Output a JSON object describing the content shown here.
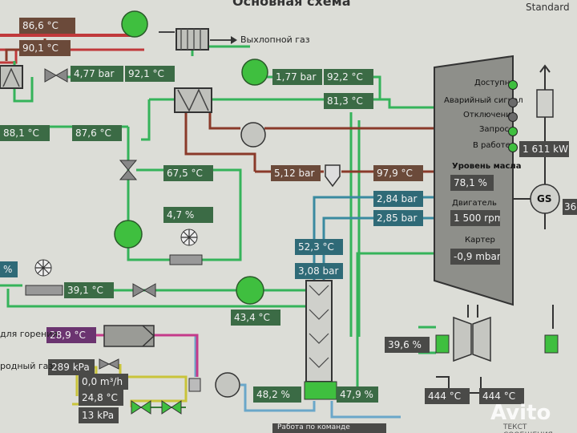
{
  "header": {
    "title": "Основная схема",
    "mode": "Standard"
  },
  "exhaust_label": "Выхлопной газ",
  "values": {
    "t_86_6": "86,6 °C",
    "t_90_1": "90,1 °C",
    "p_4_77": "4,77 bar",
    "t_92_1": "92,1 °C",
    "p_1_77": "1,77 bar",
    "t_92_2": "92,2 °C",
    "t_81_3": "81,3 °C",
    "t_88_1": "88,1 °C",
    "t_87_6": "87,6 °C",
    "p_5_12": "5,12 bar",
    "t_97_9": "97,9 °C",
    "t_67_5": "67,5 °C",
    "p_2_84": "2,84 bar",
    "p_2_85": "2,85 bar",
    "pct_4_7": "4,7 %",
    "t_52_3": "52,3 °C",
    "p_3_08": "3,08 bar",
    "pct_left": "%",
    "t_39_1": "39,1 °C",
    "t_43_4": "43,4 °C",
    "t_28_9": "28,9 °C",
    "p_289": "289 kPa",
    "flow_0_0": "0,0 m³/h",
    "t_24_8": "24,8 °C",
    "p_13": "13 kPa",
    "pct_48_2": "48,2 %",
    "pct_47_9": "47,9 %",
    "pct_39_6": "39,6 %",
    "t_444_a": "444 °C",
    "t_444_b": "444 °C",
    "power": "1 611 kW",
    "right_cut": "36"
  },
  "labels": {
    "combustion_air": "для горения",
    "natural_gas": "родный газ"
  },
  "engine": {
    "statuses": [
      {
        "label": "Доступно",
        "color": "#3fbf3f"
      },
      {
        "label": "Аварийный сигнал",
        "color": "#6a6a6a"
      },
      {
        "label": "Отключение",
        "color": "#6a6a6a"
      },
      {
        "label": "Запрос",
        "color": "#3fbf3f"
      },
      {
        "label": "В работе",
        "color": "#3fbf3f"
      }
    ],
    "oil_level_label": "Уровень масла",
    "oil_level": "78,1 %",
    "engine_label": "Двигатель",
    "engine_speed": "1 500 rpm",
    "crankcase_label": "Картер",
    "crankcase": "-0,9 mbar"
  },
  "generator_label": "GS",
  "watermark": "Avito",
  "footer": {
    "button": "Работа по команде",
    "message": "ТЕКСТ СООБЩЕНИЯ"
  },
  "colors": {
    "hot_pipe": "#c0393b",
    "warm_pipe": "#8a3a2a",
    "green_pipe": "#35b35a",
    "gas_pipe": "#c9c43a",
    "air_pipe": "#6aa7c9",
    "teal_pipe": "#3a8aa0",
    "panel_bg": "#8e8f8a"
  }
}
